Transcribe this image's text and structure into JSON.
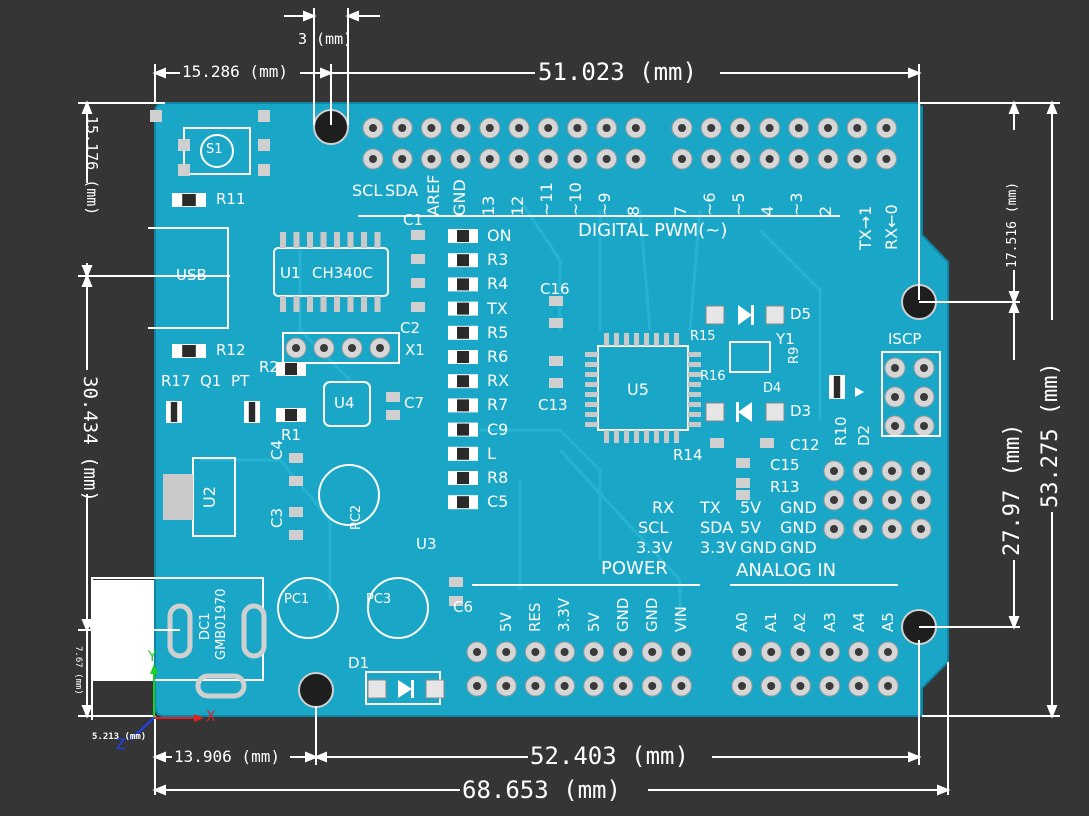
{
  "colors": {
    "background": "#353535",
    "board": "#1aa7c7",
    "silkscreen": "#ffffff",
    "pad": "#c9c9c9",
    "dimension_line": "#ffffff",
    "axis_x": "#e02020",
    "axis_y": "#20d020",
    "axis_z": "#2040ff"
  },
  "dimensions": {
    "hole_spacing": "3 (mm)",
    "left_to_first_hole": "15.286 (mm)",
    "top_hole_span": "51.023 (mm)",
    "left_upper_height": "15.176 (mm)",
    "left_lower_height": "30.434 (mm)",
    "right_upper_height": "17.516 (mm)",
    "right_middle_height": "27.97 (mm)",
    "right_total_height": "53.275 (mm)",
    "dc_jack_height": "7.67 (mm)",
    "dc_jack_offset": "5.213 (mm)",
    "bottom_left_to_hole": "13.906 (mm)",
    "bottom_hole_span": "52.403 (mm)",
    "board_total_width": "68.653 (mm)"
  },
  "axes": {
    "x": "X",
    "y": "Y",
    "z": "Z"
  },
  "board": {
    "switch": "S1",
    "usb": "USB",
    "header_labels_top": [
      "SCL",
      "SDA",
      "AREF",
      "GND",
      "13",
      "12",
      "~11",
      "~10",
      "~9",
      "8",
      "7",
      "~6",
      "~5",
      "4",
      "~3",
      "2",
      "TX→1",
      "RX←0"
    ],
    "digital_pwm": "DIGITAL PWM(~)",
    "components": [
      "R11",
      "R12",
      "U1",
      "CH340C",
      "C1",
      "C2",
      "X1",
      "R17",
      "Q1",
      "PT",
      "R2",
      "R1",
      "U4",
      "C7",
      "C4",
      "C3",
      "U2",
      "PC2",
      "PC1",
      "PC3",
      "DC1",
      "GMB01970",
      "D1",
      "U3",
      "C6",
      "C16",
      "C13",
      "U5",
      "R14",
      "R15",
      "R16",
      "R9",
      "Y1",
      "D4",
      "D5",
      "D3",
      "C12",
      "C15",
      "R13",
      "R10",
      "D2",
      "ISCP"
    ],
    "led_labels": [
      "ON",
      "R3",
      "R4",
      "TX",
      "R5",
      "R6",
      "RX",
      "R7",
      "C9",
      "L",
      "R8",
      "C5"
    ],
    "i2c_table": [
      "RX",
      "TX",
      "5V",
      "GND",
      "SCL",
      "SDA",
      "5V",
      "GND",
      "3.3V",
      "3.3V",
      "GND",
      "GND"
    ],
    "power_title": "POWER",
    "analog_title": "ANALOG IN",
    "power_pins": [
      "5V",
      "RES",
      "3.3V",
      "5V",
      "GND",
      "GND",
      "VIN"
    ],
    "analog_pins": [
      "A0",
      "A1",
      "A2",
      "A3",
      "A4",
      "A5"
    ]
  }
}
